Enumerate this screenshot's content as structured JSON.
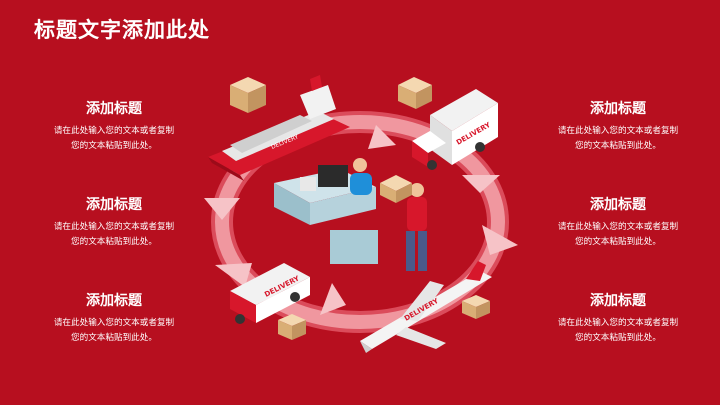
{
  "title": "标题文字添加此处",
  "blocks": [
    {
      "heading": "添加标题",
      "line1": "请在此处输入您的文本或者复制",
      "line2": "您的文本粘贴到此处。"
    },
    {
      "heading": "添加标题",
      "line1": "请在此处输入您的文本或者复制",
      "line2": "您的文本粘贴到此处。"
    },
    {
      "heading": "添加标题",
      "line1": "请在此处输入您的文本或者复制",
      "line2": "您的文本粘贴到此处。"
    },
    {
      "heading": "添加标题",
      "line1": "请在此处输入您的文本或者复制",
      "line2": "您的文本粘贴到此处。"
    },
    {
      "heading": "添加标题",
      "line1": "请在此处输入您的文本或者复制",
      "line2": "您的文本粘贴到此处。"
    },
    {
      "heading": "添加标题",
      "line1": "请在此处输入您的文本或者复制",
      "line2": "您的文本粘贴到此处。"
    }
  ],
  "illustration": {
    "ship_label": "DELIVERY",
    "truck_label": "DELIVERY",
    "van_label": "DELIVERY",
    "plane_label": "DELIVERY"
  },
  "colors": {
    "background": "#b70f1f",
    "text": "#ffffff",
    "arrow": "#f2a0a6"
  }
}
